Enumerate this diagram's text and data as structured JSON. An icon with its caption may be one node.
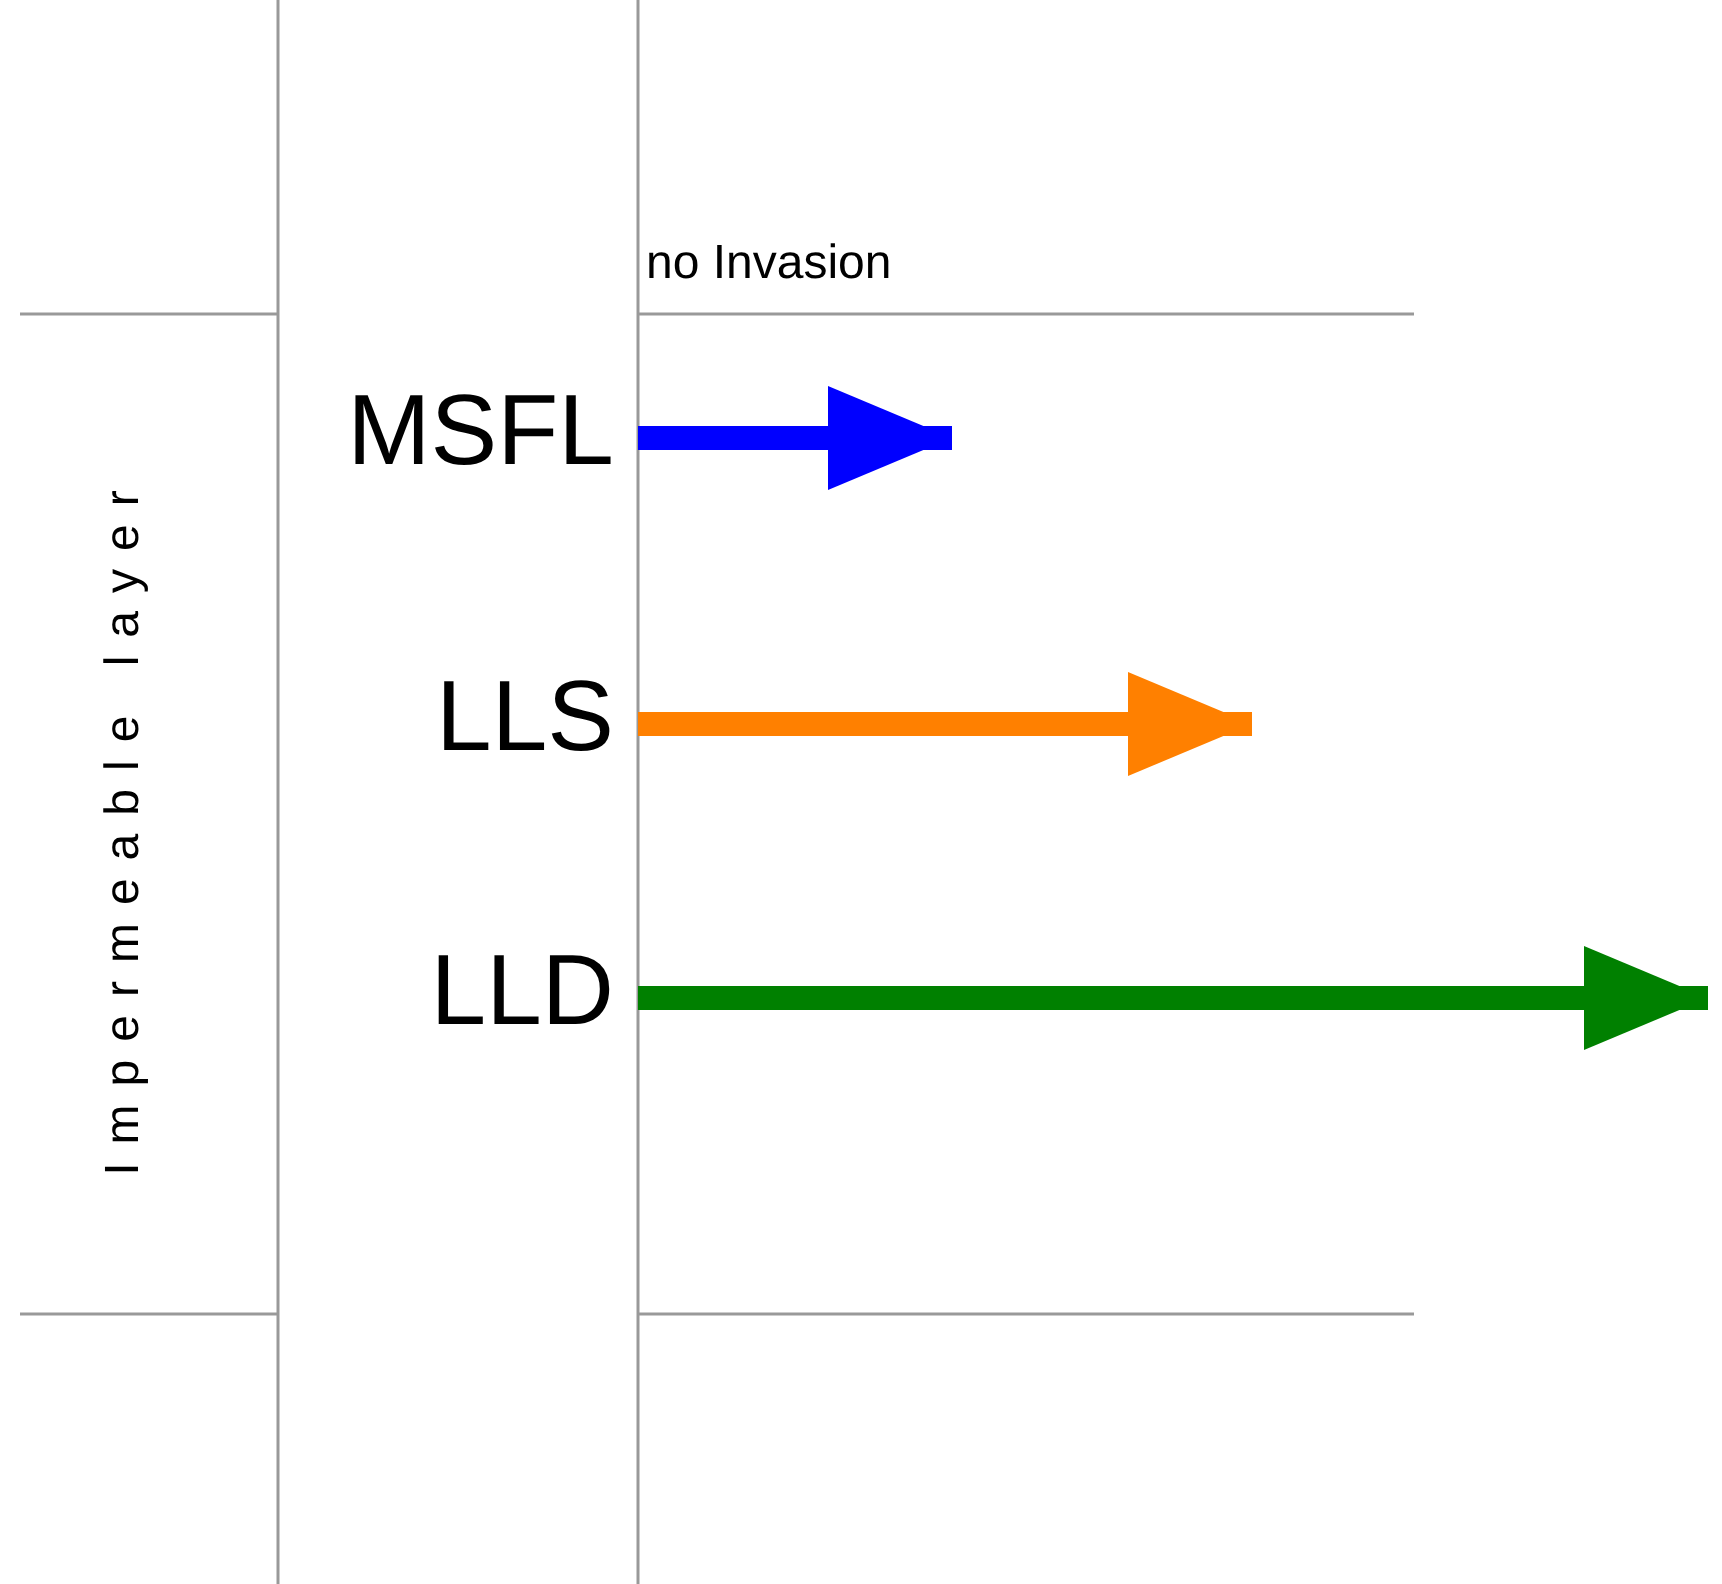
{
  "diagram": {
    "nodes": [
      {
        "text": [
          "MSFL"
        ]
      },
      {
        "text": [
          "LLS"
        ]
      },
      {
        "text": [
          "LLD"
        ]
      }
    ],
    "edges": [
      {
        "from": 0,
        "to": null,
        "arrow": "to",
        "color": "#0000ff"
      },
      {
        "from": 1,
        "to": null,
        "arrow": "to",
        "color": "#ff8000"
      },
      {
        "from": 2,
        "to": null,
        "arrow": "to",
        "color": "#008000"
      }
    ],
    "labels": [
      "no Invasion",
      "Impermeable layer"
    ]
  }
}
